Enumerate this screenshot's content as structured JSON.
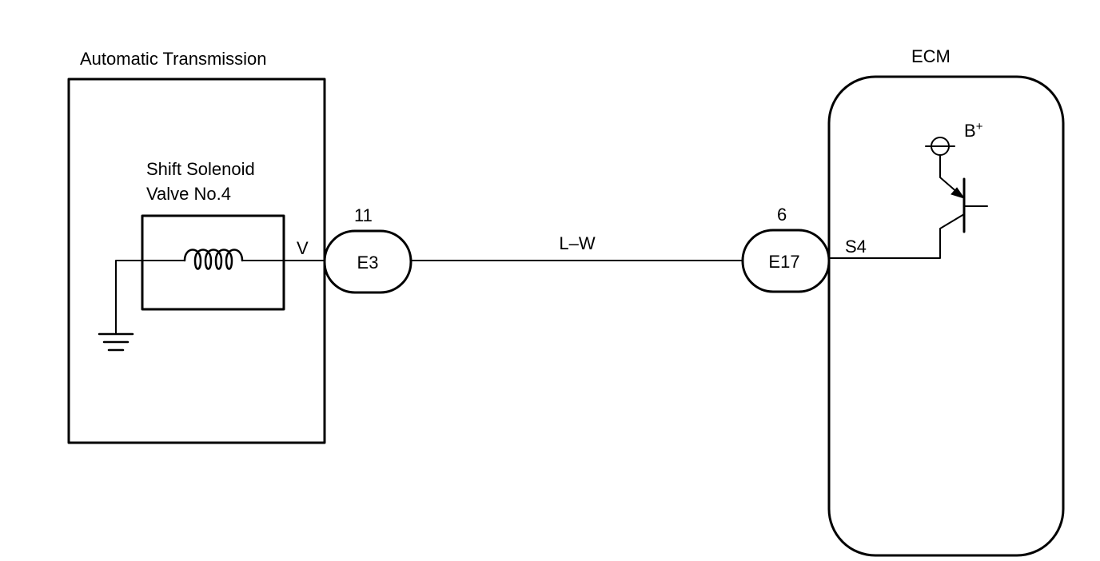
{
  "automatic_transmission": {
    "title": "Automatic Transmission",
    "solenoid_label_line1": "Shift Solenoid",
    "solenoid_label_line2": "Valve No.4",
    "terminal": "V"
  },
  "connector_e3": {
    "name": "E3",
    "pin": "11"
  },
  "wire": {
    "color_code": "L–W"
  },
  "connector_e17": {
    "name": "E17",
    "pin": "6"
  },
  "ecm": {
    "title": "ECM",
    "terminal": "S4",
    "supply_label": "B",
    "supply_superscript": "+"
  }
}
